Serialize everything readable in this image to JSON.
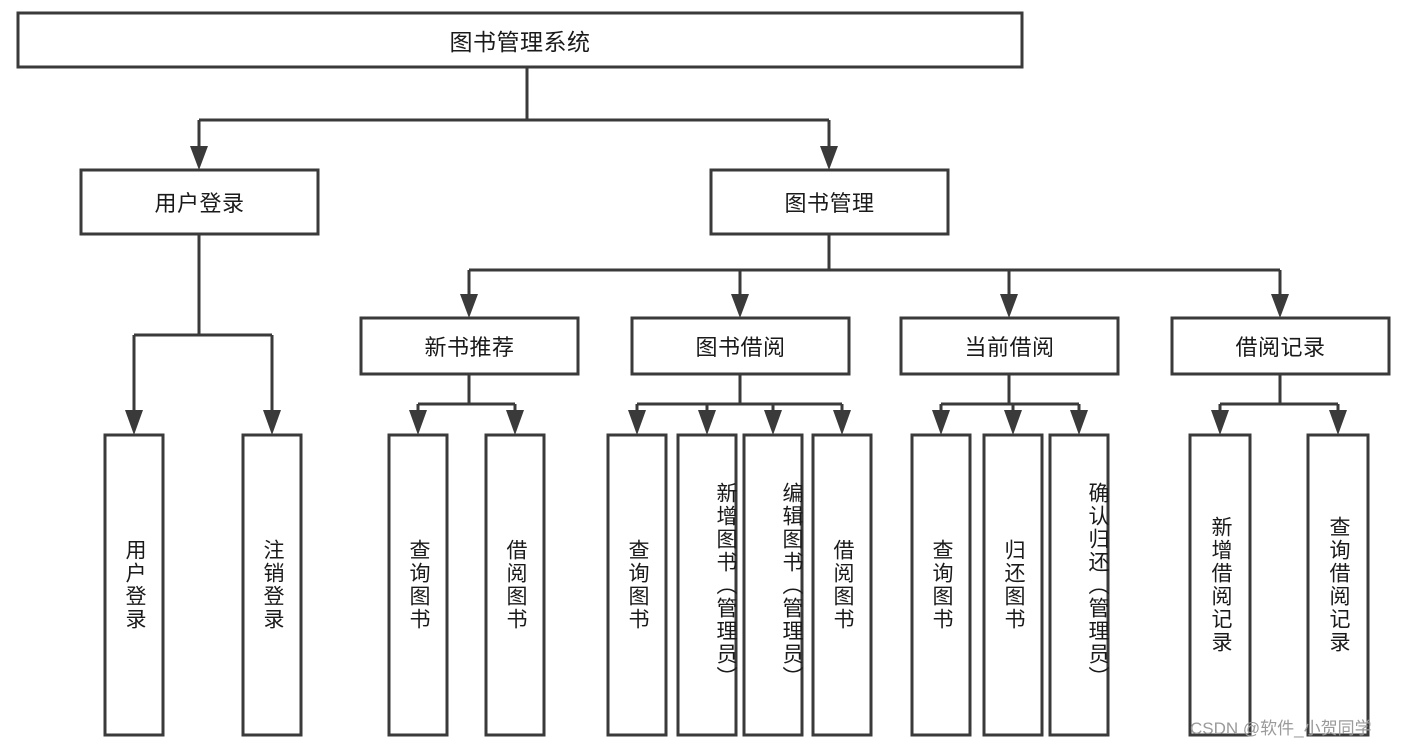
{
  "diagram": {
    "title": "图书管理系统",
    "watermark": "CSDN @软件_小贺同学",
    "colors": {
      "box_stroke": "#3a3a3a",
      "box_fill": "#ffffff",
      "text": "#1a1a1a",
      "watermark": "#9a9a9a",
      "background": "#ffffff"
    },
    "levels": {
      "root": [
        "图书管理系统"
      ],
      "level2": [
        "用户登录",
        "图书管理"
      ],
      "level3": [
        "新书推荐",
        "图书借阅",
        "当前借阅",
        "借阅记录"
      ],
      "leaves": [
        "用户登录",
        "注销登录",
        "查询图书",
        "借阅图书",
        "查询图书",
        "新增图书（管理员）",
        "编辑图书（管理员）",
        "借阅图书",
        "查询图书",
        "归还图书",
        "确认归还（管理员）",
        "新增借阅记录",
        "查询借阅记录"
      ]
    },
    "nodes": {
      "root": "图书管理系统",
      "user_login": "用户登录",
      "book_manage": "图书管理",
      "new_book_rec": "新书推荐",
      "book_borrow": "图书借阅",
      "current_borrow": "当前借阅",
      "borrow_record": "借阅记录",
      "leaf_user_login": "用户登录",
      "leaf_logout": "注销登录",
      "leaf_query_book_1": "查询图书",
      "leaf_borrow_book_1": "借阅图书",
      "leaf_query_book_2": "查询图书",
      "leaf_add_book_admin": "新增图书（管理员）",
      "leaf_edit_book_admin": "编辑图书（管理员）",
      "leaf_borrow_book_2": "借阅图书",
      "leaf_query_book_3": "查询图书",
      "leaf_return_book": "归还图书",
      "leaf_confirm_return_admin": "确认归还（管理员）",
      "leaf_add_record": "新增借阅记录",
      "leaf_query_record": "查询借阅记录"
    }
  }
}
